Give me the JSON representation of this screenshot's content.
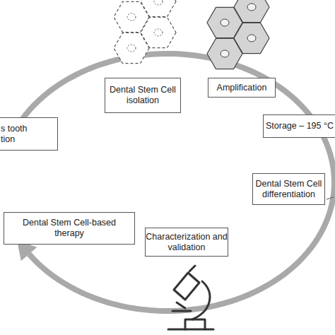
{
  "diagram": {
    "nodes": [
      {
        "text": [
          "s tooth tion"
        ]
      },
      {
        "text": [
          "Dental Stem Cell isolation"
        ]
      },
      {
        "text": [
          "Amplification"
        ]
      },
      {
        "text": [
          "Storage – 195 °C"
        ]
      },
      {
        "text": [
          "Dental Stem Cell differentiation"
        ]
      },
      {
        "text": [
          "Characterization and validation"
        ]
      },
      {
        "text": [
          "Dental Stem Cell-based therapy"
        ]
      }
    ]
  }
}
